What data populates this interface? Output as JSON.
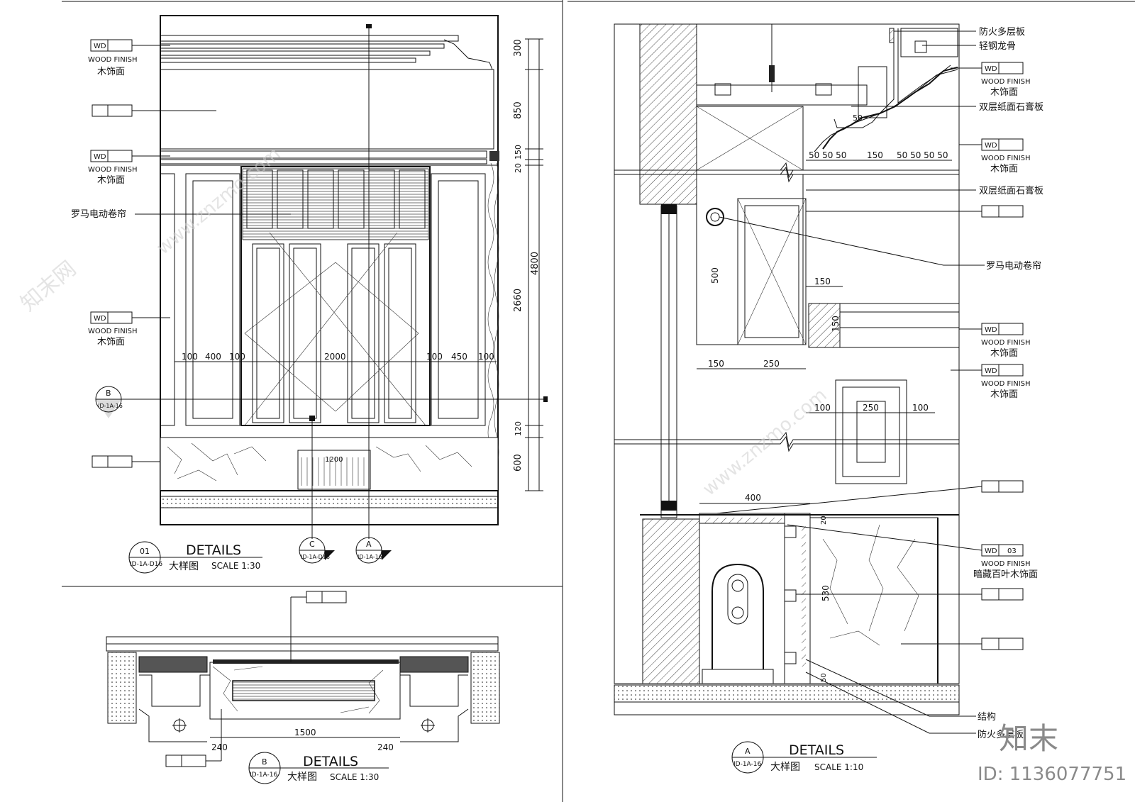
{
  "labels": {
    "wd": "WD",
    "wood_finish": "WOOD FINISH",
    "wood_cn": "木饰面",
    "roller_blind": "罗马电动卷帘",
    "fire_board": "防火多层板",
    "steel_keel": "轻钢龙骨",
    "double_gypsum": "双层纸面石膏板",
    "wd03": "03",
    "hidden_louver": "暗藏百叶木饰面",
    "structure": "结构",
    "fire_layer": "防火多层板"
  },
  "views": {
    "v01": {
      "num": "01",
      "ref": "ID-1A-D16",
      "title": "DETAILS",
      "cn": "大样图",
      "scale": "SCALE  1:30"
    },
    "vB": {
      "num": "B",
      "ref": "ID-1A-16",
      "title": "DETAILS",
      "cn": "大样图",
      "scale": "SCALE  1:30"
    },
    "vA": {
      "num": "A",
      "ref": "ID-1A-16",
      "title": "DETAILS",
      "cn": "大样图",
      "scale": "SCALE  1:10"
    }
  },
  "markers": {
    "b_num": "B",
    "b_ref": "ID-1A-16",
    "c_num": "C",
    "c_ref": "ID-1A-D16",
    "a_num": "A",
    "a_ref": "ID-1A-16"
  },
  "dims": {
    "v_300": "300",
    "v_850": "850",
    "v_150": "150",
    "v_20": "20",
    "v_4800": "4800",
    "v_2660": "2660",
    "v_120": "120",
    "v_600": "600",
    "h_100a": "100",
    "h_400": "400",
    "h_100b": "100",
    "h_2000": "2000",
    "h_100c": "100",
    "h_450": "450",
    "h_100d": "100",
    "h_1200": "1200",
    "b_1500": "1500",
    "b_240a": "240",
    "b_240b": "240",
    "a_50": "50",
    "a_row": "50 50 50",
    "a_150": "150",
    "a_row2": "50 50 50 50",
    "a_500": "500",
    "a_150b": "150",
    "a_150c": "150",
    "a_150d": "150",
    "a_250": "250",
    "a_100a": "100",
    "a_250b": "250",
    "a_100b": "100",
    "a_400": "400",
    "a_530": "530",
    "a_20": "20",
    "a_50b": "50"
  },
  "watermark": {
    "brand_cn": "知末",
    "id": "ID: 1136077751",
    "site": "www.znzmo.com",
    "site_cn": "知末网"
  }
}
